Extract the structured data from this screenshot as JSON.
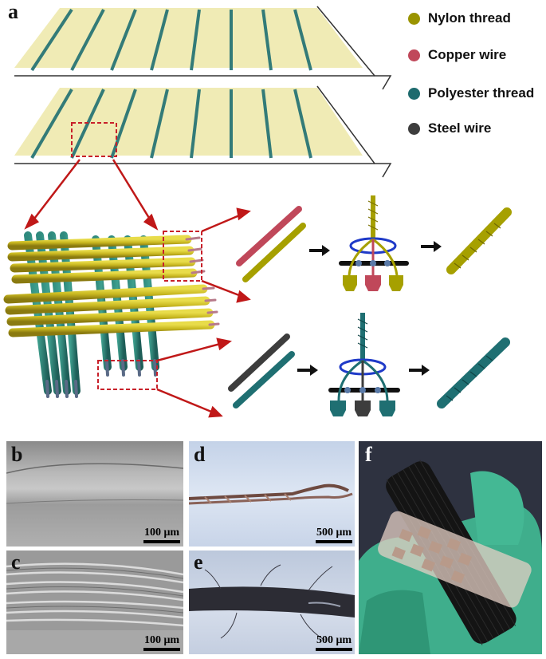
{
  "panels": {
    "a": "a",
    "b": "b",
    "c": "c",
    "d": "d",
    "e": "e",
    "f": "f"
  },
  "legend": [
    {
      "label": "Nylon thread",
      "color": "#9a9400"
    },
    {
      "label": "Copper wire",
      "color": "#c0485a"
    },
    {
      "label": "Polyester thread",
      "color": "#1e6b6e"
    },
    {
      "label": "Steel wire",
      "color": "#3d3d3d"
    }
  ],
  "scale_bars": {
    "b": "100 μm",
    "c": "100 μm",
    "d": "500 μm",
    "e": "500 μm"
  },
  "colors": {
    "nylon": "#a6a000",
    "copper": "#c0485a",
    "polyester": "#1f6f72",
    "steel": "#3d3d3d",
    "arrow_red": "#c01818",
    "dashed_red": "#c8202a"
  }
}
